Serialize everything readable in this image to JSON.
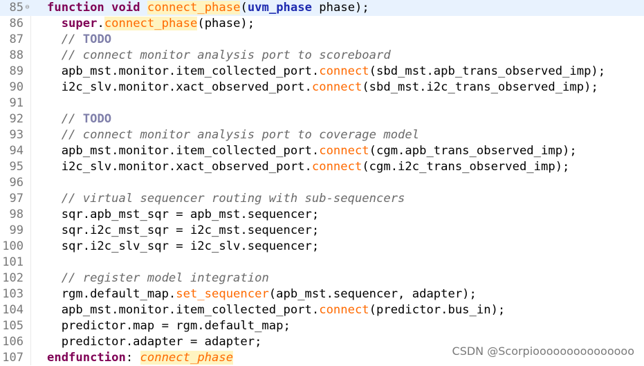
{
  "editor": {
    "lines": [
      {
        "num": "85",
        "tokens": [
          {
            "t": "function",
            "c": "keyword"
          },
          {
            "t": " "
          },
          {
            "t": "void",
            "c": "keyword"
          },
          {
            "t": " "
          },
          {
            "t": "connect_phase",
            "c": "call-hl"
          },
          {
            "t": "("
          },
          {
            "t": "uvm_phase",
            "c": "type"
          },
          {
            "t": " phase);"
          }
        ]
      },
      {
        "num": "86",
        "tokens": [
          {
            "t": "  "
          },
          {
            "t": "super",
            "c": "keyword"
          },
          {
            "t": "."
          },
          {
            "t": "connect_phase",
            "c": "call-hl"
          },
          {
            "t": "(phase);"
          }
        ]
      },
      {
        "num": "87",
        "tokens": [
          {
            "t": "  "
          },
          {
            "t": "// ",
            "c": "comment"
          },
          {
            "t": "TODO",
            "c": "todo"
          }
        ]
      },
      {
        "num": "88",
        "tokens": [
          {
            "t": "  "
          },
          {
            "t": "// connect monitor analysis port to scoreboard",
            "c": "comment"
          }
        ]
      },
      {
        "num": "89",
        "tokens": [
          {
            "t": "  apb_mst.monitor.item_collected_port."
          },
          {
            "t": "connect",
            "c": "call"
          },
          {
            "t": "(sbd_mst.apb_trans_observed_imp);"
          }
        ]
      },
      {
        "num": "90",
        "tokens": [
          {
            "t": "  i2c_slv.monitor.xact_observed_port."
          },
          {
            "t": "connect",
            "c": "call"
          },
          {
            "t": "(sbd_mst.i2c_trans_observed_imp);"
          }
        ]
      },
      {
        "num": "91",
        "tokens": []
      },
      {
        "num": "92",
        "tokens": [
          {
            "t": "  "
          },
          {
            "t": "// ",
            "c": "comment"
          },
          {
            "t": "TODO",
            "c": "todo"
          }
        ]
      },
      {
        "num": "93",
        "tokens": [
          {
            "t": "  "
          },
          {
            "t": "// connect monitor analysis port to coverage model",
            "c": "comment"
          }
        ]
      },
      {
        "num": "94",
        "tokens": [
          {
            "t": "  apb_mst.monitor.item_collected_port."
          },
          {
            "t": "connect",
            "c": "call"
          },
          {
            "t": "(cgm.apb_trans_observed_imp);"
          }
        ]
      },
      {
        "num": "95",
        "tokens": [
          {
            "t": "  i2c_slv.monitor.xact_observed_port."
          },
          {
            "t": "connect",
            "c": "call"
          },
          {
            "t": "(cgm.i2c_trans_observed_imp);"
          }
        ]
      },
      {
        "num": "96",
        "tokens": []
      },
      {
        "num": "97",
        "tokens": [
          {
            "t": "  "
          },
          {
            "t": "// virtual sequencer routing with sub-sequencers",
            "c": "comment"
          }
        ]
      },
      {
        "num": "98",
        "tokens": [
          {
            "t": "  sqr.apb_mst_sqr = apb_mst.sequencer;"
          }
        ]
      },
      {
        "num": "99",
        "tokens": [
          {
            "t": "  sqr.i2c_mst_sqr = i2c_mst.sequencer;"
          }
        ]
      },
      {
        "num": "100",
        "tokens": [
          {
            "t": "  sqr.i2c_slv_sqr = i2c_slv.sequencer;"
          }
        ]
      },
      {
        "num": "101",
        "tokens": []
      },
      {
        "num": "102",
        "tokens": [
          {
            "t": "  "
          },
          {
            "t": "// register model integration",
            "c": "comment"
          }
        ]
      },
      {
        "num": "103",
        "tokens": [
          {
            "t": "  rgm.default_map."
          },
          {
            "t": "set_sequencer",
            "c": "call"
          },
          {
            "t": "(apb_mst.sequencer, adapter);"
          }
        ]
      },
      {
        "num": "104",
        "tokens": [
          {
            "t": "  apb_mst.monitor.item_collected_port."
          },
          {
            "t": "connect",
            "c": "call"
          },
          {
            "t": "(predictor.bus_in);"
          }
        ]
      },
      {
        "num": "105",
        "tokens": [
          {
            "t": "  predictor.map = rgm.default_map;"
          }
        ]
      },
      {
        "num": "106",
        "tokens": [
          {
            "t": "  predictor.adapter = adapter;"
          }
        ]
      },
      {
        "num": "107",
        "tokens": [
          {
            "t": "endfunction",
            "c": "keyword"
          },
          {
            "t": ": "
          },
          {
            "t": "connect_phase",
            "c": "label-hl"
          }
        ]
      }
    ],
    "fold_marker": "⊖",
    "current_line": "85"
  },
  "watermark": "CSDN @Scorpiooooooooooooooo"
}
